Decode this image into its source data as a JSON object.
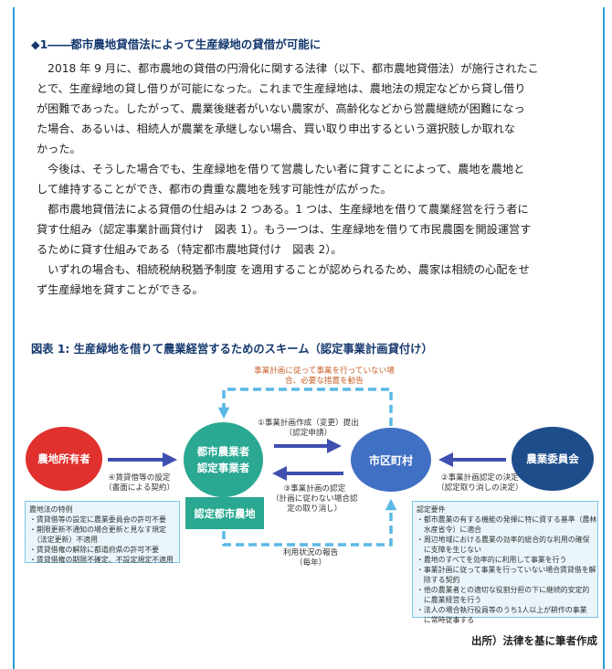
{
  "section": {
    "heading": "◆1――都市農地貸借法によって生産緑地の貸借が可能に",
    "paragraphs": [
      [
        "　2018 年 9 月に、都市農地の貸借の円滑化に関する法律（以下、都市農地貸借法）が施行されたこ",
        "とで、生産緑地の貸し借りが可能になった。これまで生産緑地は、農地法の規定などから貸し借り",
        "が困難であった。したがって、農業後継者がいない農家が、高齢化などから営農継続が困難になっ",
        "た場合、あるいは、相続人が農業を承継しない場合、買い取り申出するという選択肢しか取れな",
        "かった。"
      ],
      [
        "　今後は、そうした場合でも、生産緑地を借りて営農したい者に貸すことによって、農地を農地と",
        "して維持することができ、都市の貴重な農地を残す可能性が広がった。"
      ],
      [
        "　都市農地貸借法による貸借の仕組みは 2 つある。1 つは、生産緑地を借りて農業経営を行う者に",
        "貸す仕組み（認定事業計画貸付け　図表 1）。もう一つは、生産緑地を借りて市民農園を開設運営す",
        "るために貸す仕組みである（特定都市農地貸付け　図表 2）。"
      ],
      [
        "　いずれの場合も、相続税納税猶予制度 を適用することが認められるため、農家は相続の心配をせ",
        "ず生産緑地を貸すことができる。"
      ]
    ]
  },
  "figure": {
    "title": "図表 1: 生産緑地を借りて農業経営するためのスキーム（認定事業計画貸付け）",
    "nodes": {
      "owner": "農地所有者",
      "farmer": [
        "都市農業者",
        "認定事業者"
      ],
      "city": "市区町村",
      "committee": "農業委員会",
      "farmland": "認定都市農地"
    },
    "labels": {
      "top_warning": [
        "事業計画に従って事業を行っていない場",
        "合、必要な措置を勧告"
      ],
      "step1": [
        "①事業計画作成（変更）提出",
        "（認定申請）"
      ],
      "step2": [
        "②事業計画認定の決定",
        "（認定取り消しの決定）"
      ],
      "step3": [
        "③事業計画の認定",
        "（計画に従わない場合認",
        "定の取り消し）"
      ],
      "step4": [
        "④賃貸借等の設定",
        "（書面による契約）"
      ],
      "report": [
        "利用状況の報告",
        "（毎年）"
      ]
    },
    "note_left": [
      "農地法の特例",
      "・賃貸借等の設定に農業委員会の許可不要",
      "・期限更新不通知の場合更新と見なす規定",
      "　（法定更新）不適用",
      "・賃貸借権の解除に都道府県の許可不要",
      "・賃貸借権の期限不確定、不設定規定不適用"
    ],
    "note_right": [
      "認定要件",
      "・都市農業の有する機能の発揮に特に資する基準（農林",
      "　水産省令）に適合",
      "・周辺地域における農業の効率的総合的な利用の確保",
      "　に支障を生じない",
      "・農地のすべてを効率的に利用して事業を行う",
      "・事業計画に従って事業を行っていない場合賃貸借を解",
      "　除する契約",
      "・他の農業者との適切な役割分担の下に継続的安定的",
      "　に農業経営を行う",
      "・法人の場合執行役員等のうち1人以上が耕作の事業",
      "　に常時従事する"
    ],
    "source": "出所）法律を基に筆者作成"
  },
  "colors": {
    "frame": "#2a9fd8",
    "heading": "#14386e",
    "owner": "#e0312e",
    "farmer": "#2aa891",
    "city": "#4070c4",
    "committee": "#1e4d8c",
    "arrow": "#3f4fb0",
    "dashed": "#5ab8e6",
    "orange_text": "#c8622a",
    "note_bg": "#eaf5fb"
  }
}
